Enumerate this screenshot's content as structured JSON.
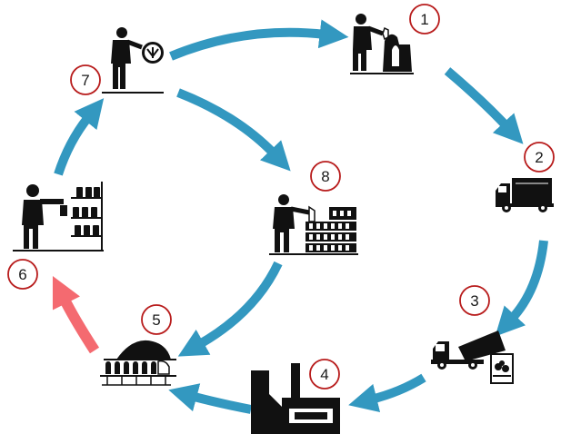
{
  "colors": {
    "arrow": "#3398c0",
    "highlight_arrow": "#f46a70",
    "badge_ring": "#b81c1c",
    "icon": "#111111"
  },
  "steps": [
    {
      "number": "1",
      "icon": "person-discarding-bottle-into-bin-icon"
    },
    {
      "number": "2",
      "icon": "delivery-truck-icon"
    },
    {
      "number": "3",
      "icon": "dump-truck-unloading-icon"
    },
    {
      "number": "4",
      "icon": "recycling-plant-icon"
    },
    {
      "number": "5",
      "icon": "bottling-facility-icon"
    },
    {
      "number": "6",
      "icon": "person-at-store-shelf-icon"
    },
    {
      "number": "7",
      "icon": "person-with-shopping-bag-icon"
    },
    {
      "number": "8",
      "icon": "person-at-bottle-crates-icon"
    }
  ]
}
